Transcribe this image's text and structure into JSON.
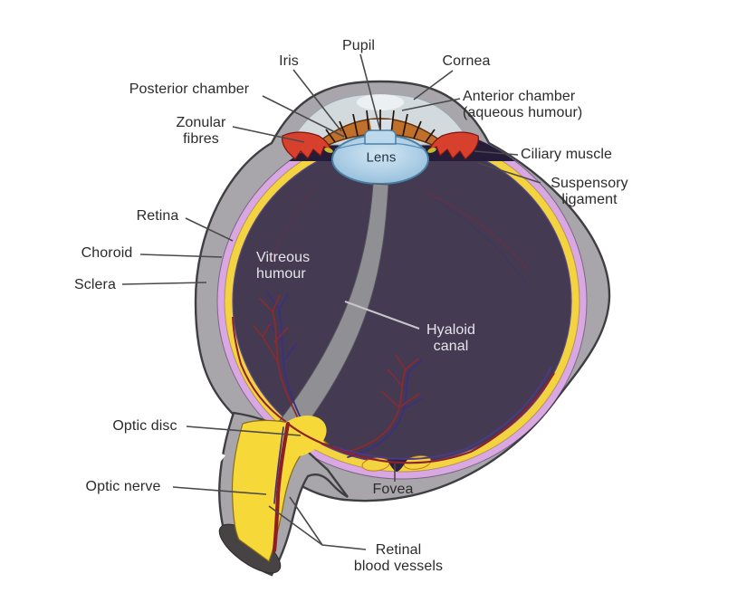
{
  "labels": {
    "pupil": "Pupil",
    "iris": "Iris",
    "cornea": "Cornea",
    "posterior_chamber": "Posterior chamber",
    "anterior_chamber": "Anterior chamber\n(aqueous humour)",
    "zonular_fibres": "Zonular\nfibres",
    "ciliary_muscle": "Ciliary muscle",
    "suspensory_ligament": "Suspensory\nligament",
    "lens": "Lens",
    "retina": "Retina",
    "choroid": "Choroid",
    "sclera": "Sclera",
    "vitreous_humour": "Vitreous\nhumour",
    "hyaloid_canal": "Hyaloid\ncanal",
    "optic_disc": "Optic disc",
    "optic_nerve": "Optic nerve",
    "fovea": "Fovea",
    "retinal_blood_vessels": "Retinal\nblood vessels"
  },
  "colors": {
    "background": "#ffffff",
    "sclera_gray": "#a8a6ab",
    "outline_dark": "#3f3e42",
    "choroid_pink": "#d9a7e2",
    "retina_yellow": "#f3d340",
    "vitreous_purple": "#443a51",
    "posterior_chamber_dark": "#241c38",
    "aqueous_light": "#d2dade",
    "iris_orange": "#c0702a",
    "ciliary_red": "#d8402e",
    "lens_blue": "#aecfe6",
    "hyaloid_gray": "#909094",
    "optic_nerve_yellow": "#f6d838",
    "vessel_red": "#8e2330",
    "vessel_blue": "#3a3080",
    "label_text": "#2b2b2b",
    "light_label_text": "#e6e6ec",
    "leader_line": "#4a4a4a"
  }
}
